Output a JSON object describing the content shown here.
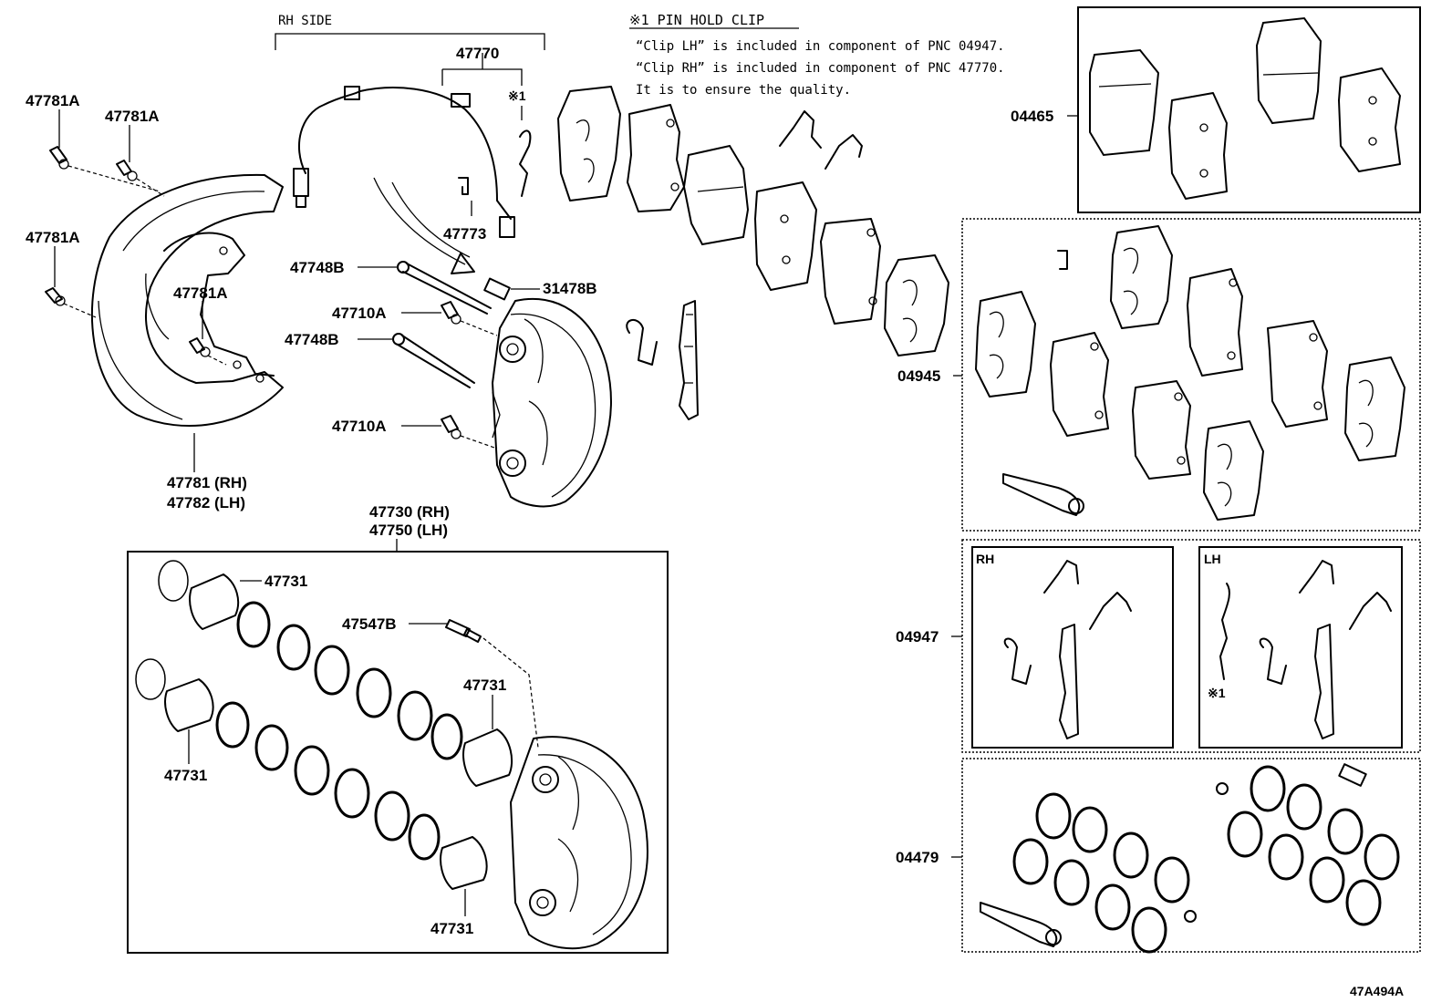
{
  "diagram_id": "47A494A",
  "rh_side_label": "RH SIDE",
  "note": {
    "title": "※1 PIN HOLD CLIP",
    "lines": [
      "“Clip LH” is included in component of PNC 04947.",
      "“Clip RH” is included in component of PNC 47770.",
      "It is to ensure the quality."
    ]
  },
  "callouts": {
    "c47781a_1": "47781A",
    "c47781a_2": "47781A",
    "c47781a_3": "47781A",
    "c47781a_4": "47781A",
    "c47770": "47770",
    "c_mark1": "※1",
    "c47773": "47773",
    "c47748b_1": "47748B",
    "c47748b_2": "47748B",
    "c31478b": "31478B",
    "c47710a_1": "47710A",
    "c47710a_2": "47710A",
    "c47781_rh": "47781 (RH)",
    "c47782_lh": "47782 (LH)",
    "c47730_rh": "47730 (RH)",
    "c47750_lh": "47750 (LH)",
    "c47731_1": "47731",
    "c47731_2": "47731",
    "c47731_3": "47731",
    "c47731_4": "47731",
    "c47547b": "47547B",
    "c04465": "04465",
    "c04945": "04945",
    "c04947": "04947",
    "c04479": "04479",
    "rh_box": "RH",
    "lh_box": "LH",
    "c_mark1_lh": "※1"
  }
}
